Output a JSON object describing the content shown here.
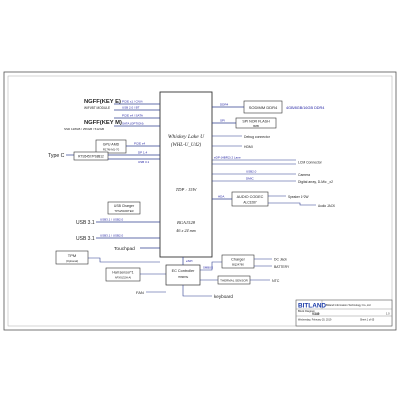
{
  "cpu": {
    "name": "Whiskey Lake U",
    "sub": "(WHL-U_U42)",
    "tdp": "TDP : 15W",
    "pkg": "BGA1528",
    "dims": "46 x 24 mm"
  },
  "left": {
    "ngff_e": "NGFF(KEY E)",
    "ngff_e_sub": "WIFI/BT MODULE",
    "ngff_m": "NGFF(KEY M)",
    "ngff_m_sub": "SSD 128GB / 256GB / 512GB",
    "typec": "Type C",
    "typec_chip": "RTS5457/PS8812",
    "gpu": "GPU AMD",
    "gpu_sub": "R17M-M1-70",
    "usb_charger": "USB Charger",
    "usb_charger_sub": "TPS2546RTER",
    "usb31_a": "USB 3.1",
    "usb31_b": "USB 3.1",
    "tpm": "TPM",
    "tpm_sub": "(Optional)",
    "hall": "Hall sensor*1",
    "hall_sub": "APX9132H-AI",
    "fan": "FAN",
    "touchpad": "Touchpad"
  },
  "left_bus": {
    "pcie_wifi": "PCIE x1 / CNVi",
    "usb_bt": "USB 2.0 / BT",
    "pcie_ssd": "PCIE x4 / SATA",
    "sata_ssd": "SATA (OPTION)",
    "dp_typec": "DP 1.4",
    "usb31_typec": "USB 3.1",
    "pcie_gpu": "PCIE x4",
    "usb20_1": "USB2.0",
    "usb31_1": "USB3.1 / USB2.0",
    "usb31_2": "USB3.1 / USB2.0",
    "i2c_tp": "I2C",
    "lpc_tpm": "SPI",
    "smbus": "SMBUS"
  },
  "right": {
    "sodimm": "SODIMM DDR4",
    "sodimm_note": "4GB/8GB/16GB DDR4",
    "spi_flash": "SPI NOR FLASH",
    "spi_flash_sub": "8MB",
    "debug": "Debug connector",
    "hdmi": "HDMI",
    "lcm": "LCM Connector",
    "camera": "Camera",
    "dmic": "Digital array, D-Mic _x2",
    "audio": "AUDIO CODEC",
    "audio_sub": "ALC3287",
    "speaker": "Speaker 1*2W",
    "jack": "Audio JACK",
    "charger": "Charger",
    "charger_sub": "BQ24780",
    "dcjack": "DC Jack",
    "battery": "BATTERY",
    "thermal": "THERMAL SENSOR",
    "ntc": "NTC",
    "ec": "EC Controller",
    "ec_sub": "IT8987E",
    "keyboard": "keyboard"
  },
  "right_bus": {
    "ddr4": "DDR4",
    "spi": "SPI",
    "edp": "eDP (HBR2) 2 Lane",
    "usb_cam": "USB2.0",
    "dmic_bus": "DMIC",
    "hda": "HDA",
    "smbus_chg": "SMBUS",
    "lpc": "eSPI"
  },
  "title_block": {
    "logo": "BITLAND",
    "company": "Bitland Information Technology Co.,Ltd",
    "title": "Block Diagram",
    "model": "V349",
    "date": "Wednesday, February 20, 2019",
    "sheet": "Sheet 1 of 65",
    "rev": "1.0"
  },
  "colors": {
    "line": "#2f3f8f",
    "text": "#222222",
    "note": "#1a1aa0",
    "frame": "#555555"
  }
}
